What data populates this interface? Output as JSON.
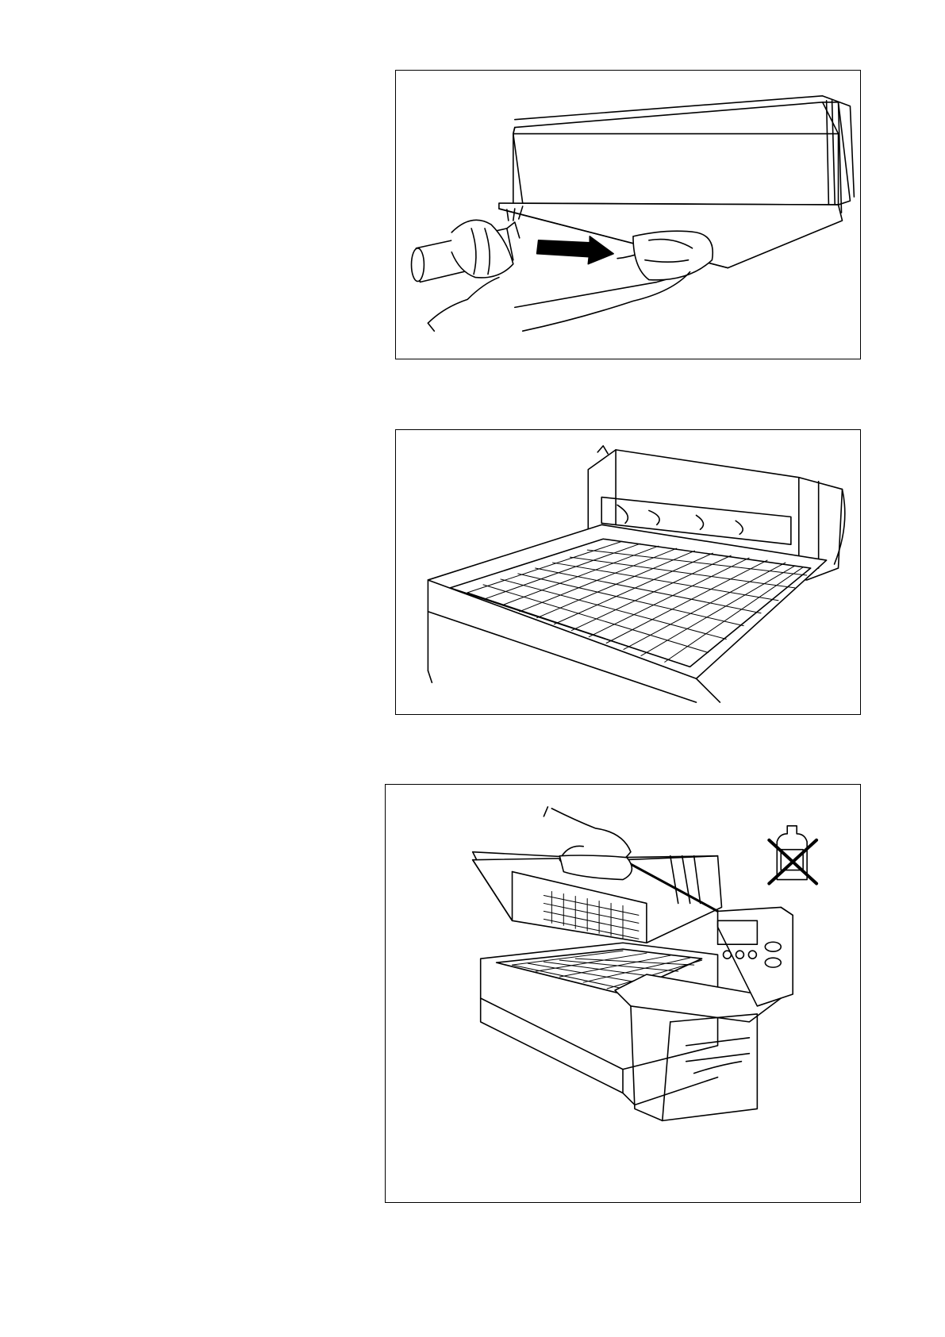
{
  "figures": [
    {
      "id": "fig1",
      "icons": [
        "machine-cover-icon",
        "hand-spray-bottle-icon",
        "hand-cloth-icon",
        "arrow-right-icon"
      ]
    },
    {
      "id": "fig2",
      "icons": [
        "tray-grid-icon",
        "fan-unit-icon"
      ]
    },
    {
      "id": "fig3",
      "icons": [
        "open-machine-icon",
        "hand-cloth-icon",
        "no-solvent-bottle-icon",
        "control-panel-icon"
      ]
    }
  ],
  "colors": {
    "ink": "#000000",
    "paper": "#ffffff"
  }
}
